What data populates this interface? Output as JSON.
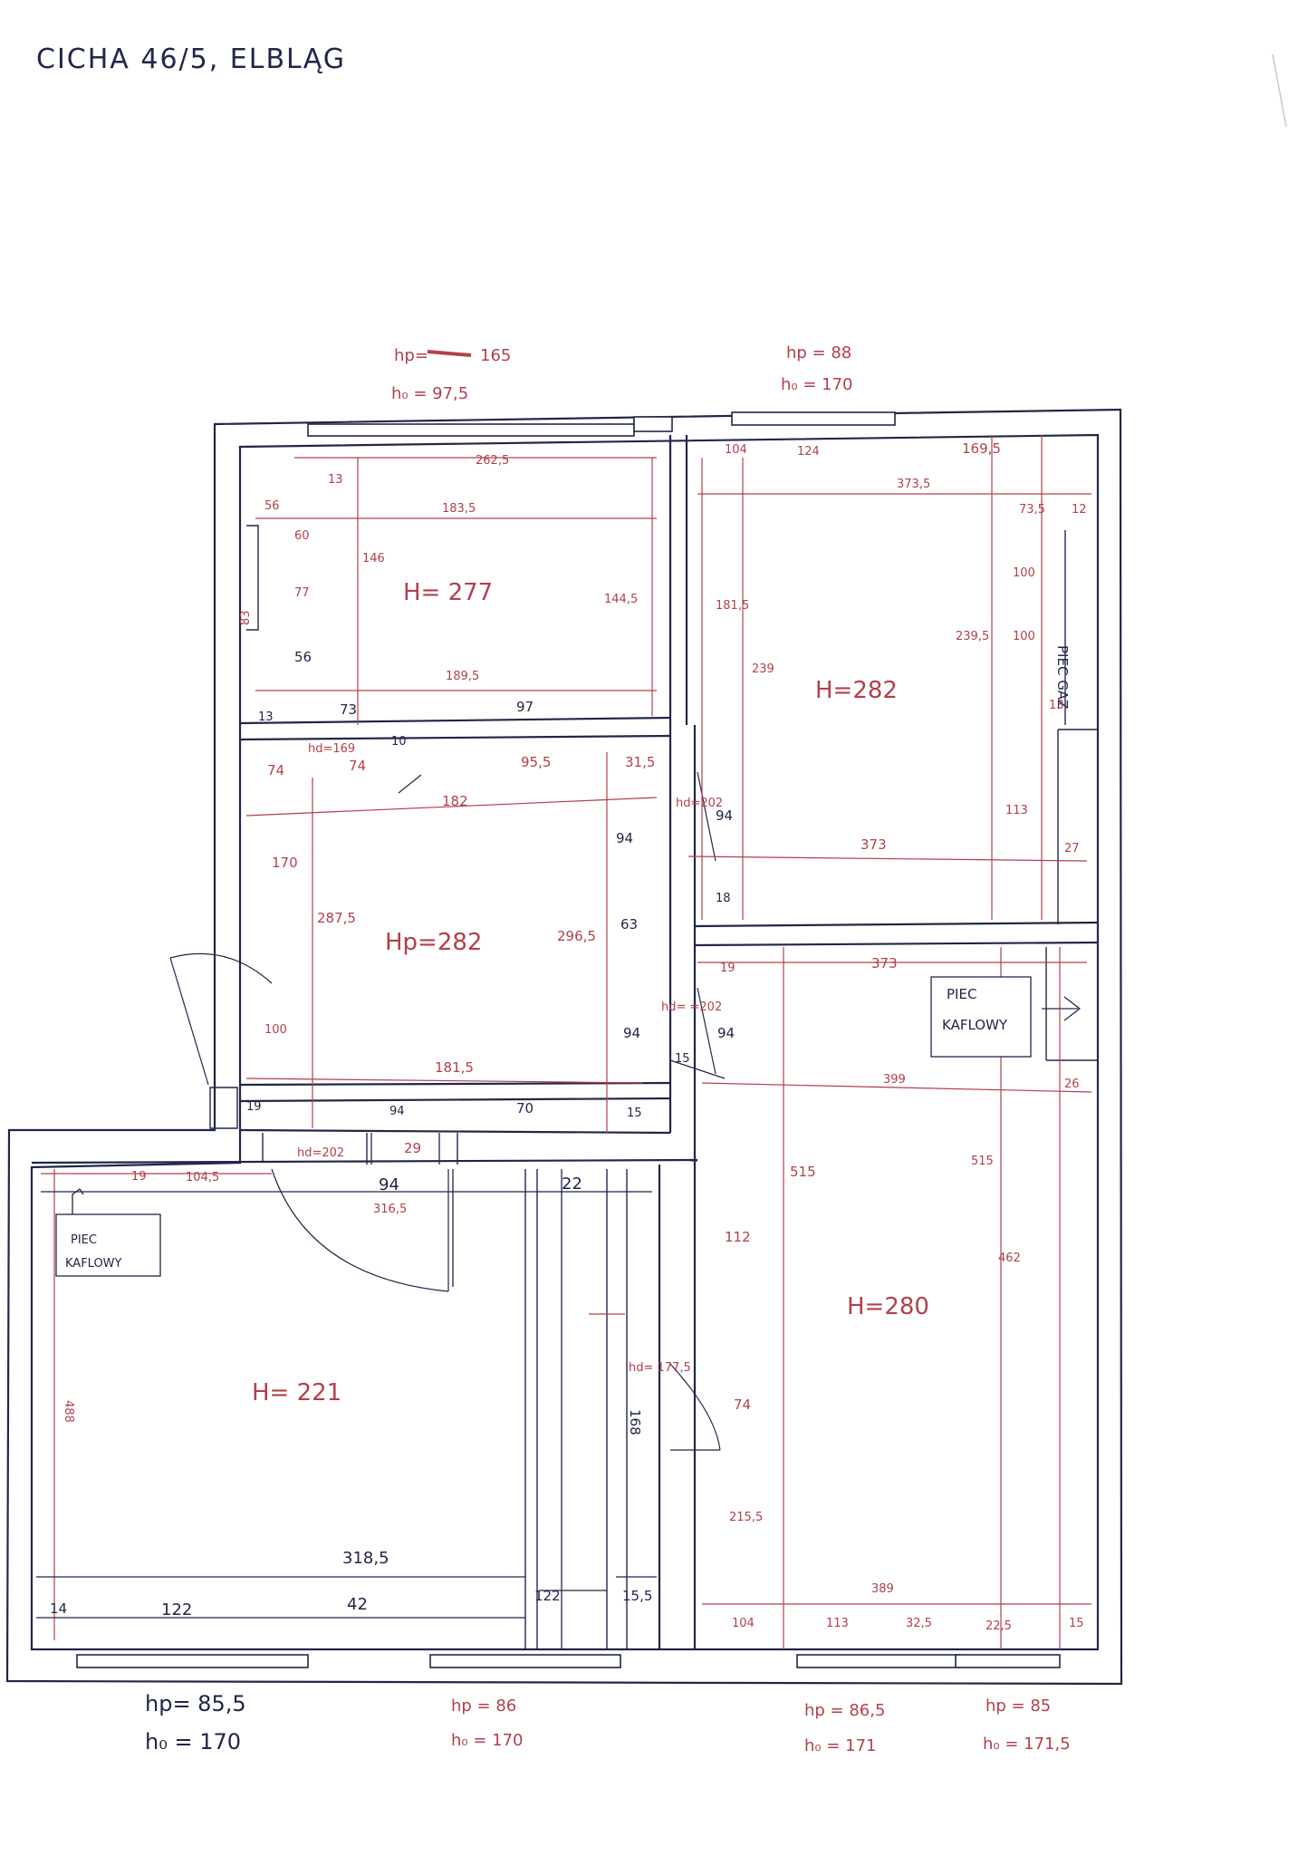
{
  "title": "CICHA 46/5, ELBLĄG",
  "colors": {
    "ink_blue": "#22264a",
    "ink_red": "#b3404a",
    "paper": "#ffffff"
  },
  "rooms": {
    "top_left": {
      "height": "H= 277",
      "dims": {
        "w_top": "262,5",
        "w_mid": "183,5",
        "w_bottom": "189,5",
        "left_146": "146",
        "right_1445": "144,5",
        "top_13": "13",
        "sill_56": "56",
        "d60": "60",
        "d77": "77",
        "d56": "56",
        "d13": "13",
        "d73": "73",
        "d97": "97",
        "d10": "10",
        "win_left": "83"
      }
    },
    "top_right": {
      "height": "H=282",
      "dims": {
        "a104": "104",
        "a124": "124",
        "a1695": "169,5",
        "a3735": "373,5",
        "a735": "73,5",
        "a12": "12",
        "h1815": "181,5",
        "h239": "239",
        "h2385": "239,5",
        "h100a": "100",
        "h100b": "100",
        "h113": "113",
        "h13": "13",
        "w373": "373",
        "d27": "27",
        "d18": "18",
        "d94": "94"
      }
    },
    "middle_left": {
      "height": "Hp=282",
      "dims": {
        "d74a": "74",
        "d74b": "74",
        "d955": "95,5",
        "d315": "31,5",
        "w182": "182",
        "h170": "170",
        "h2875": "287,5",
        "h2965": "296,5",
        "d94a": "94",
        "d63": "63",
        "d94b": "94",
        "d100": "100",
        "w1815": "181,5",
        "d19": "19",
        "d94c": "94",
        "d70": "70",
        "d15": "15",
        "hd_top": "hd=169",
        "hd_right_top": "hd=202",
        "hd_right_bot": "hd= =202",
        "d94d": "94",
        "d15b": "15"
      }
    },
    "right_big": {
      "height": "H=280",
      "dims": {
        "w373": "373",
        "d19": "19",
        "w399": "399",
        "d26": "26",
        "h515a": "515",
        "h515b": "515",
        "h462": "462",
        "h112": "112",
        "h74": "74",
        "h2155": "215,5",
        "w389": "389",
        "b104": "104",
        "b113": "113",
        "b325": "32,5",
        "b225": "22,5",
        "b15": "15",
        "hd_door": "hd= 177,5"
      }
    },
    "bottom_left": {
      "height": "H= 221",
      "dims": {
        "hd202": "hd=202",
        "d29": "29",
        "d94": "94",
        "w3165": "316,5",
        "d19": "19",
        "d1045": "104,5",
        "w3185": "318,5",
        "d14": "14",
        "d122": "122",
        "d42": "42",
        "d122b": "122",
        "d155": "15,5",
        "d22": "22",
        "h488": "488",
        "h168": "168"
      }
    }
  },
  "stoves": {
    "top_right": "PIEC GAZ",
    "right": [
      "PIEC",
      "KAFLOWY"
    ],
    "bottom_left": [
      "PIEC",
      "KAFLOWY"
    ]
  },
  "windows": {
    "top_left": {
      "hp_label": "hp=",
      "hp_value": "165",
      "ho": "h₀ = 97,5"
    },
    "top_right": {
      "hp": "hp = 88",
      "ho": "h₀ = 170"
    },
    "bottom_1": {
      "hp": "hp= 85,5",
      "ho": "h₀ = 170"
    },
    "bottom_2": {
      "hp": "hp = 86",
      "ho": "h₀ = 170"
    },
    "bottom_3": {
      "hp": "hp = 86,5",
      "ho": "h₀ = 171"
    },
    "bottom_4": {
      "hp": "hp = 85",
      "ho": "h₀ = 171,5"
    }
  }
}
